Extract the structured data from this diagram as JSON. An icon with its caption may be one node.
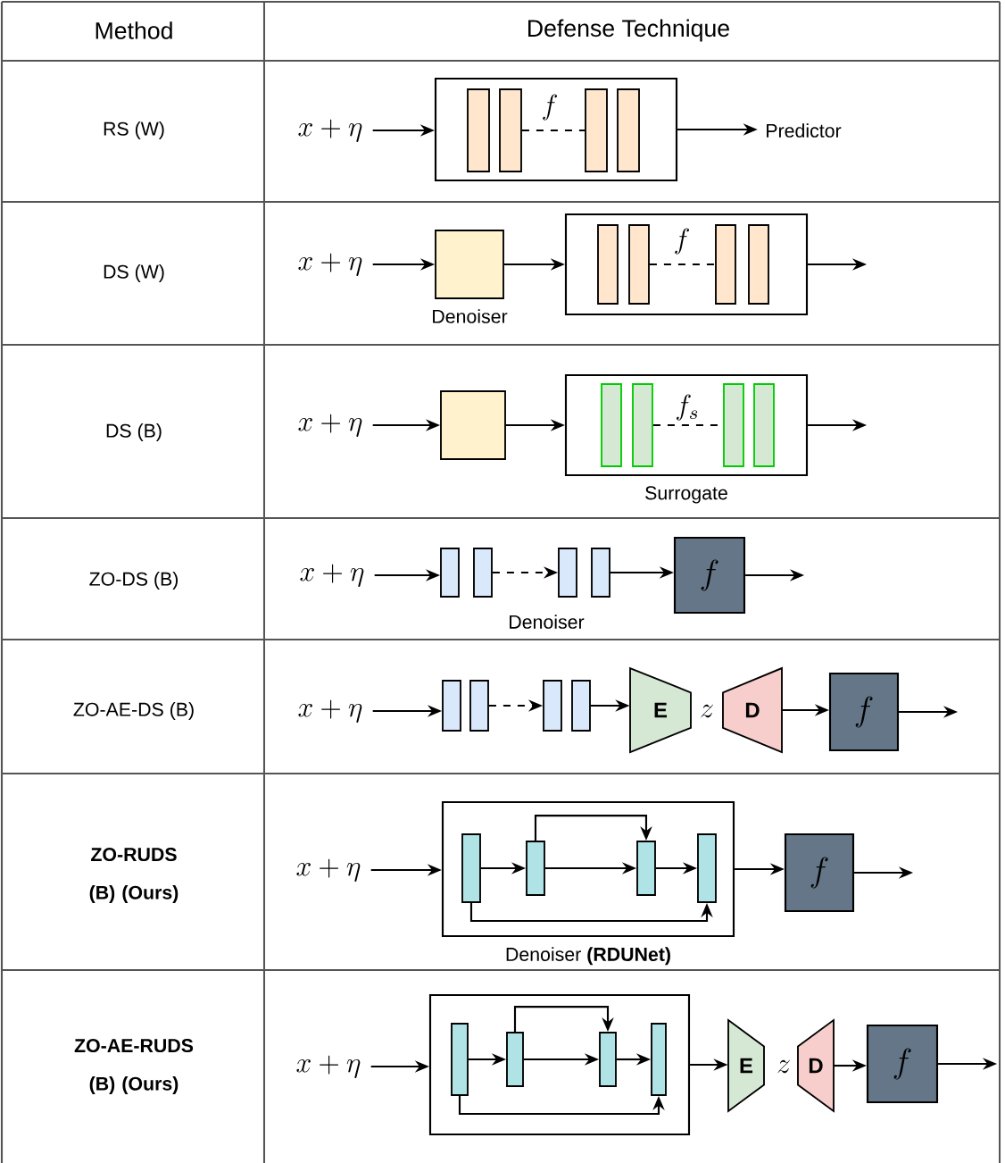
{
  "diagram": {
    "nodes": [
      {
        "text": [
          "x + \\eta"
        ]
      },
      {
        "text": [
          "f"
        ]
      },
      {
        "text": [],
        "shape": "bar",
        "in": 1
      },
      {
        "text": [],
        "shape": "bar",
        "in": 1
      },
      {
        "text": [],
        "shape": "bar",
        "in": 1
      },
      {
        "text": [],
        "shape": "bar",
        "in": 1
      },
      {
        "text": [
          "Predictor"
        ]
      },
      {
        "text": [
          "x + \\eta"
        ]
      },
      {
        "text": [],
        "shape": "box",
        "beside": [
          "Denoiser"
        ]
      },
      {
        "text": [
          "f"
        ]
      },
      {
        "text": [],
        "shape": "bar",
        "in": 9
      },
      {
        "text": [],
        "shape": "bar",
        "in": 9
      },
      {
        "text": [],
        "shape": "bar",
        "in": 9
      },
      {
        "text": [],
        "shape": "bar",
        "in": 9
      },
      {
        "text": [
          "x + \\eta"
        ]
      },
      {
        "text": [],
        "shape": "box"
      },
      {
        "text": [
          "f_s"
        ],
        "beside": [
          "Surrogate"
        ]
      },
      {
        "text": [],
        "shape": "bar",
        "in": 16
      },
      {
        "text": [],
        "shape": "bar",
        "in": 16
      },
      {
        "text": [],
        "shape": "bar",
        "in": 16
      },
      {
        "text": [],
        "shape": "bar",
        "in": 16
      },
      {
        "text": [
          "x + \\eta"
        ]
      },
      {
        "text": [],
        "shape": "bar"
      },
      {
        "text": [],
        "shape": "bar"
      },
      {
        "text": [],
        "shape": "bar"
      },
      {
        "text": [],
        "shape": "bar"
      },
      {
        "text": [
          "f"
        ]
      },
      {
        "text": [
          "x + \\eta"
        ]
      },
      {
        "text": [],
        "shape": "bar"
      },
      {
        "text": [],
        "shape": "bar"
      },
      {
        "text": [],
        "shape": "bar"
      },
      {
        "text": [],
        "shape": "bar"
      },
      {
        "text": [
          "E"
        ]
      },
      {
        "text": [
          "D"
        ]
      },
      {
        "text": [
          "f"
        ]
      },
      {
        "text": [
          "x + \\eta"
        ]
      },
      {
        "text": [],
        "shape": "box",
        "beside": [
          "Denoiser **(RDUNet)**"
        ]
      },
      {
        "text": [],
        "shape": "bar",
        "in": 36
      },
      {
        "text": [],
        "shape": "bar",
        "in": 36
      },
      {
        "text": [],
        "shape": "bar",
        "in": 36
      },
      {
        "text": [],
        "shape": "bar",
        "in": 36
      },
      {
        "text": [
          "f"
        ]
      },
      {
        "text": [
          "x + \\eta"
        ]
      },
      {
        "text": [],
        "shape": "box"
      },
      {
        "text": [],
        "shape": "bar",
        "in": 43
      },
      {
        "text": [],
        "shape": "bar",
        "in": 43
      },
      {
        "text": [],
        "shape": "bar",
        "in": 43
      },
      {
        "text": [],
        "shape": "bar",
        "in": 43
      },
      {
        "text": [
          "E"
        ]
      },
      {
        "text": [
          "D"
        ]
      },
      {
        "text": [
          "f"
        ]
      }
    ],
    "edges": [
      {
        "from": 0,
        "to": 1,
        "arrow": "to"
      },
      {
        "from": 3,
        "to": 4,
        "arrow": "none",
        "style": "dashed"
      },
      {
        "from": 1,
        "to": 6,
        "arrow": "to"
      },
      {
        "from": 7,
        "to": 8,
        "arrow": "to"
      },
      {
        "from": 8,
        "to": 9,
        "arrow": "to"
      },
      {
        "from": 11,
        "to": 12,
        "arrow": "none",
        "style": "dashed"
      },
      {
        "from": 9,
        "to": null,
        "arrow": "to"
      },
      {
        "from": 14,
        "to": 15,
        "arrow": "to"
      },
      {
        "from": 15,
        "to": 16,
        "arrow": "to"
      },
      {
        "from": 18,
        "to": 19,
        "arrow": "none",
        "style": "dashed"
      },
      {
        "from": 16,
        "to": null,
        "arrow": "to"
      },
      {
        "from": 21,
        "to": 22,
        "arrow": "to"
      },
      {
        "from": 23,
        "to": 24,
        "arrow": "to",
        "style": "dashed"
      },
      {
        "from": 25,
        "to": 26,
        "arrow": "to"
      },
      {
        "from": 26,
        "to": null,
        "arrow": "to"
      },
      {
        "from": 27,
        "to": 28,
        "arrow": "to"
      },
      {
        "from": 29,
        "to": 30,
        "arrow": "to",
        "style": "dashed"
      },
      {
        "from": 31,
        "to": 32,
        "arrow": "to"
      },
      {
        "from": 33,
        "to": 34,
        "arrow": "to"
      },
      {
        "from": 34,
        "to": null,
        "arrow": "to"
      },
      {
        "from": 35,
        "to": 36,
        "arrow": "to"
      },
      {
        "from": 37,
        "to": 38,
        "arrow": "to"
      },
      {
        "from": 38,
        "to": 39,
        "arrow": "to"
      },
      {
        "from": 39,
        "to": 40,
        "arrow": "to"
      },
      {
        "from": 38,
        "to": 39,
        "arrow": "to"
      },
      {
        "from": 37,
        "to": 40,
        "arrow": "to"
      },
      {
        "from": 36,
        "to": 41,
        "arrow": "to"
      },
      {
        "from": 41,
        "to": null,
        "arrow": "to"
      },
      {
        "from": 42,
        "to": 43,
        "arrow": "to"
      },
      {
        "from": 44,
        "to": 45,
        "arrow": "to"
      },
      {
        "from": 45,
        "to": 46,
        "arrow": "to"
      },
      {
        "from": 46,
        "to": 47,
        "arrow": "to"
      },
      {
        "from": 45,
        "to": 46,
        "arrow": "to"
      },
      {
        "from": 44,
        "to": 47,
        "arrow": "to"
      },
      {
        "from": 43,
        "to": 48,
        "arrow": "to"
      },
      {
        "from": 49,
        "to": 50,
        "arrow": "to"
      },
      {
        "from": 50,
        "to": null,
        "arrow": "to"
      }
    ],
    "labels": [
      "Method",
      "Defense Technique",
      "RS (W)",
      "DS (W)",
      "DS (B)",
      "ZO-DS (B)",
      "Denoiser",
      "ZO-AE-DS (B)",
      "z",
      "ZO-RUDS (B) (Ours)",
      "ZO-AE-RUDS (B) (Ours)",
      "z"
    ]
  }
}
